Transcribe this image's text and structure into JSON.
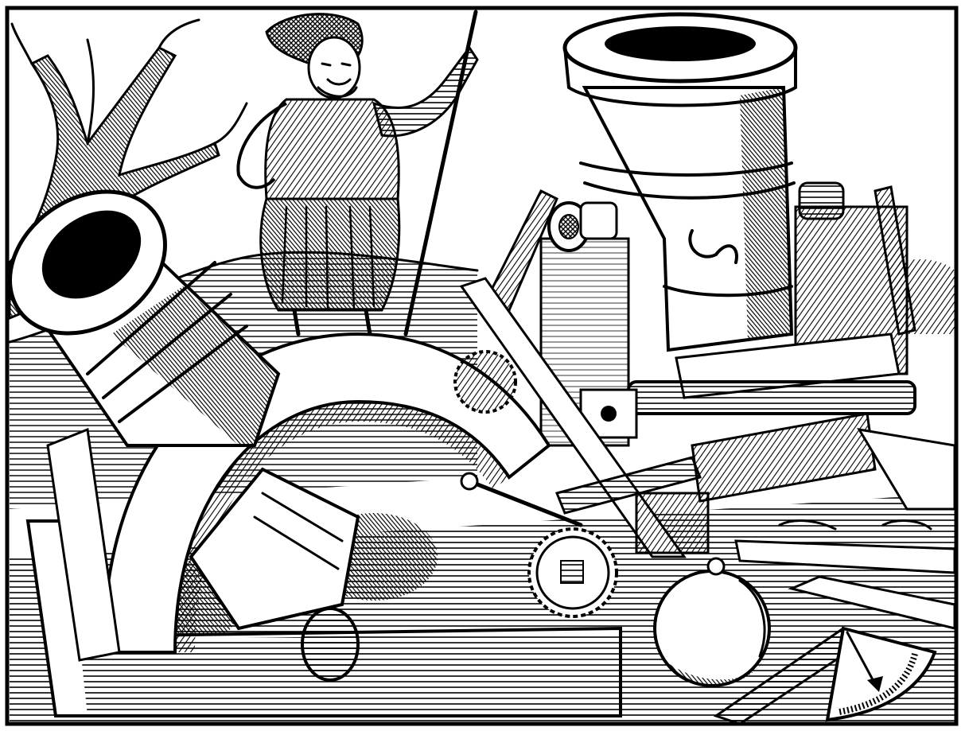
{
  "image": {
    "palette": {
      "ink": "#000000",
      "paper": "#ffffff"
    },
    "style": "black-and-white woodcut engraving",
    "subjects": [
      "tree",
      "soldier-with-halberd",
      "tilted-mortar-on-arc-carriage",
      "upright-mortar-on-frame",
      "rotating-axle-mechanism",
      "saw-toothed-gear-wheels",
      "cannonball",
      "gunner-quadrant",
      "wooden-beams-and-tools"
    ]
  }
}
